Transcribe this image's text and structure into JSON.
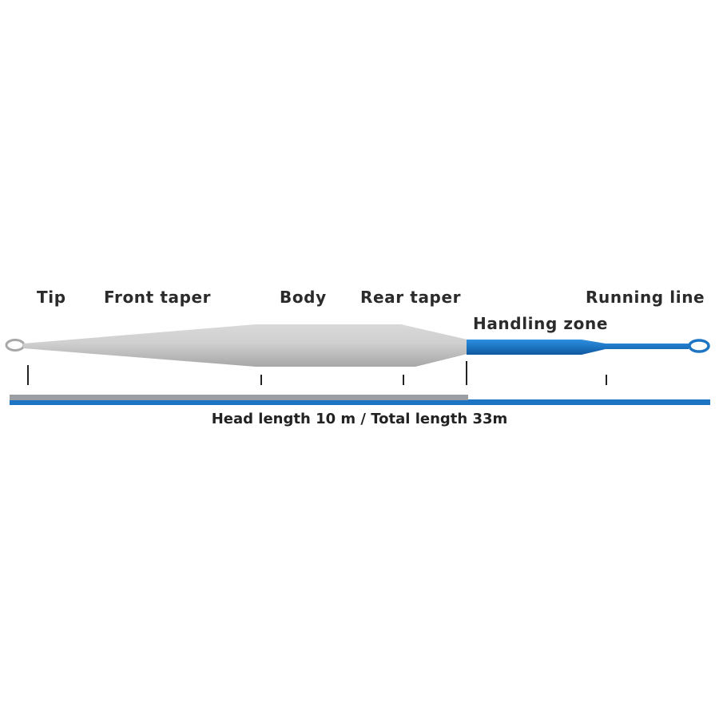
{
  "sections": {
    "tip": "Tip",
    "front_taper": "Front taper",
    "body": "Body",
    "rear_taper": "Rear taper",
    "handling_zone": "Handling zone",
    "running_line": "Running line"
  },
  "caption": "Head length 10 m / Total length 33m",
  "colors": {
    "head": "#c9c9c9",
    "running_line": "#1d74c2",
    "head_bar": "#9b9ea3",
    "text": "#2b2b2b"
  }
}
